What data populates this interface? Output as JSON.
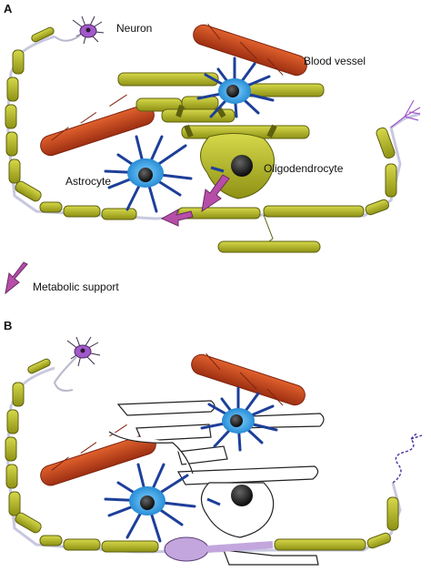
{
  "panels": {
    "a": {
      "label": "A"
    },
    "b": {
      "label": "B"
    }
  },
  "labels": {
    "neuron": "Neuron",
    "blood_vessel": "Blood vessel",
    "astrocyte": "Astrocyte",
    "oligodendrocyte": "Oligodendrocyte",
    "metabolic_support": "Metabolic support"
  },
  "colors": {
    "myelin": "#b5b819",
    "myelin_dark": "#6f7211",
    "axon_band": "#c8c8e0",
    "neuron": "#a259c9",
    "astrocyte": "#2f9fe0",
    "astrocyte_dark": "#1d3f99",
    "nucleus": "#222222",
    "vessel": "#c7421c",
    "vessel_dark": "#7e2410",
    "arrow": "#b64ea8",
    "degenerated_fill": "#ffffff",
    "axonal_swelling": "#c3a6dd"
  },
  "icons": {
    "neuron": "neuron-cell-icon",
    "astrocyte": "astrocyte-cell-icon",
    "oligodendrocyte": "oligodendrocyte-cell-icon",
    "blood_vessel": "blood-vessel-icon",
    "arrow": "metabolic-support-arrow-icon"
  }
}
